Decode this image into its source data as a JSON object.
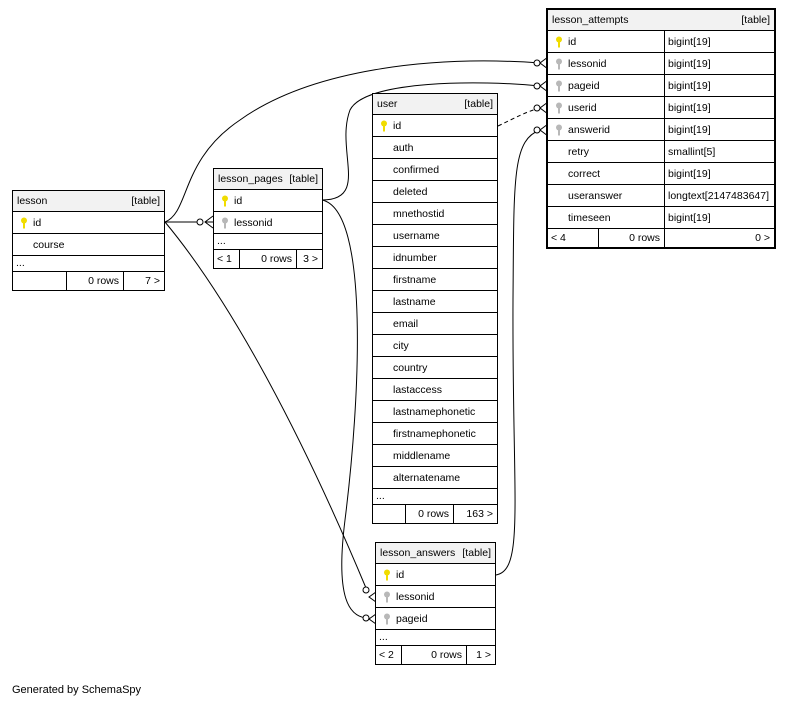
{
  "footer_text": "Generated by SchemaSpy",
  "colors": {
    "primary_key": "#f0dc00",
    "foreign_key": "#b8b8b8",
    "header_bg": "#f2f2f2"
  },
  "tables": [
    {
      "name": "lesson",
      "type_label": "[table]",
      "columns": [
        {
          "name": "id",
          "key": "primary"
        },
        {
          "name": "course",
          "key": "none"
        }
      ],
      "ellipsis": "...",
      "footer": {
        "left": "",
        "rows": "0 rows",
        "right": "7 >"
      }
    },
    {
      "name": "lesson_pages",
      "type_label": "[table]",
      "columns": [
        {
          "name": "id",
          "key": "primary"
        },
        {
          "name": "lessonid",
          "key": "foreign"
        }
      ],
      "ellipsis": "...",
      "footer": {
        "left": "< 1",
        "rows": "0 rows",
        "right": "3 >"
      }
    },
    {
      "name": "user",
      "type_label": "[table]",
      "columns": [
        {
          "name": "id",
          "key": "primary"
        },
        {
          "name": "auth",
          "key": "none"
        },
        {
          "name": "confirmed",
          "key": "none"
        },
        {
          "name": "deleted",
          "key": "none"
        },
        {
          "name": "mnethostid",
          "key": "none"
        },
        {
          "name": "username",
          "key": "none"
        },
        {
          "name": "idnumber",
          "key": "none"
        },
        {
          "name": "firstname",
          "key": "none"
        },
        {
          "name": "lastname",
          "key": "none"
        },
        {
          "name": "email",
          "key": "none"
        },
        {
          "name": "city",
          "key": "none"
        },
        {
          "name": "country",
          "key": "none"
        },
        {
          "name": "lastaccess",
          "key": "none"
        },
        {
          "name": "lastnamephonetic",
          "key": "none"
        },
        {
          "name": "firstnamephonetic",
          "key": "none"
        },
        {
          "name": "middlename",
          "key": "none"
        },
        {
          "name": "alternatename",
          "key": "none"
        }
      ],
      "ellipsis": "...",
      "footer": {
        "left": "",
        "rows": "0 rows",
        "right": "163 >"
      }
    },
    {
      "name": "lesson_attempts",
      "type_label": "[table]",
      "columns": [
        {
          "name": "id",
          "key": "primary",
          "type": "bigint[19]"
        },
        {
          "name": "lessonid",
          "key": "foreign",
          "type": "bigint[19]"
        },
        {
          "name": "pageid",
          "key": "foreign",
          "type": "bigint[19]"
        },
        {
          "name": "userid",
          "key": "foreign",
          "type": "bigint[19]"
        },
        {
          "name": "answerid",
          "key": "foreign",
          "type": "bigint[19]"
        },
        {
          "name": "retry",
          "key": "none",
          "type": "smallint[5]"
        },
        {
          "name": "correct",
          "key": "none",
          "type": "bigint[19]"
        },
        {
          "name": "useranswer",
          "key": "none",
          "type": "longtext[2147483647]"
        },
        {
          "name": "timeseen",
          "key": "none",
          "type": "bigint[19]"
        }
      ],
      "ellipsis": "",
      "footer": {
        "left": "< 4",
        "rows": "0 rows",
        "right": "0 >"
      }
    },
    {
      "name": "lesson_answers",
      "type_label": "[table]",
      "columns": [
        {
          "name": "id",
          "key": "primary"
        },
        {
          "name": "lessonid",
          "key": "foreign"
        },
        {
          "name": "pageid",
          "key": "foreign"
        }
      ],
      "ellipsis": "...",
      "footer": {
        "left": "< 2",
        "rows": "0 rows",
        "right": "1 >"
      }
    }
  ]
}
